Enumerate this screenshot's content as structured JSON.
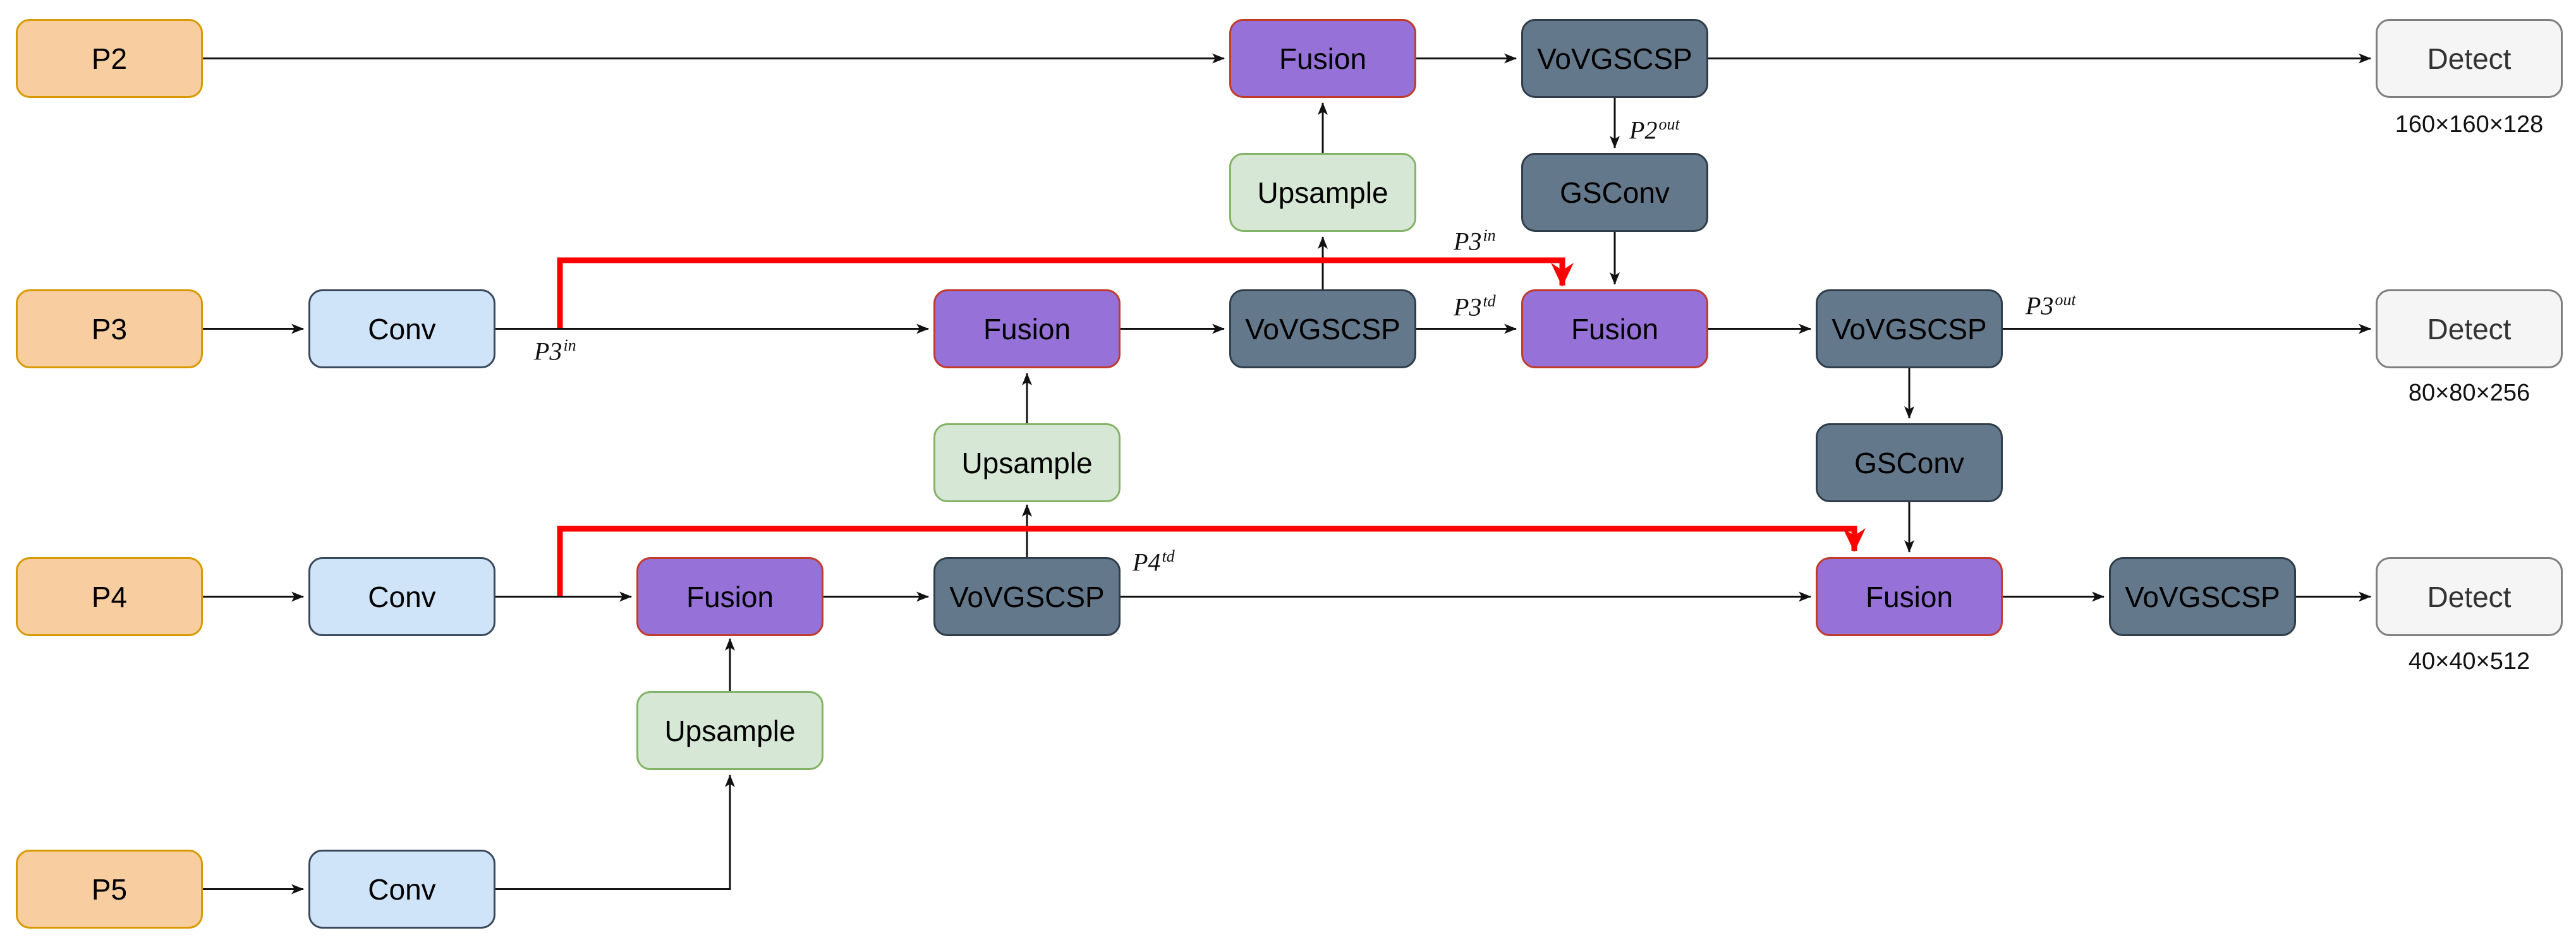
{
  "nodes": {
    "p2": {
      "label": "P2"
    },
    "p3": {
      "label": "P3"
    },
    "p4": {
      "label": "P4"
    },
    "p5": {
      "label": "P5"
    },
    "conv_p3": {
      "label": "Conv"
    },
    "conv_p4": {
      "label": "Conv"
    },
    "conv_p5": {
      "label": "Conv"
    },
    "fusion_p2": {
      "label": "Fusion"
    },
    "fusion_p3_left": {
      "label": "Fusion"
    },
    "fusion_p3_right": {
      "label": "Fusion"
    },
    "fusion_p4_left": {
      "label": "Fusion"
    },
    "fusion_p4_right": {
      "label": "Fusion"
    },
    "upsample_p2": {
      "label": "Upsample"
    },
    "upsample_p3": {
      "label": "Upsample"
    },
    "upsample_p4": {
      "label": "Upsample"
    },
    "vov_p2": {
      "label": "VoVGSCSP"
    },
    "vov_p3_left": {
      "label": "VoVGSCSP"
    },
    "vov_p3_right": {
      "label": "VoVGSCSP"
    },
    "vov_p4": {
      "label": "VoVGSCSP"
    },
    "vov_p4_right": {
      "label": "VoVGSCSP"
    },
    "gsconv_p2": {
      "label": "GSConv"
    },
    "gsconv_p3": {
      "label": "GSConv"
    },
    "detect_p2": {
      "label": "Detect"
    },
    "detect_p3": {
      "label": "Detect"
    },
    "detect_p4": {
      "label": "Detect"
    }
  },
  "edge_labels": {
    "p2out": {
      "base": "P2",
      "sup": "out"
    },
    "p3in_left": {
      "base": "P3",
      "sup": "in"
    },
    "p3in_right": {
      "base": "P3",
      "sup": "in"
    },
    "p3td": {
      "base": "P3",
      "sup": "td"
    },
    "p3out": {
      "base": "P3",
      "sup": "out"
    },
    "p4td": {
      "base": "P4",
      "sup": "td"
    }
  },
  "detect_dims": {
    "p2": "160×160×128",
    "p3": "80×80×256",
    "p4": "40×40×512"
  },
  "colors": {
    "input_fill": "#F8CD9F",
    "input_border": "#D79B00",
    "conv_fill": "#CFE4F9",
    "conv_border": "#3A4A5C",
    "fusion_fill": "#9672D8",
    "fusion_border": "#C13A2A",
    "upsample_fill": "#D6E8D5",
    "upsample_border": "#82B366",
    "module_fill": "#64788C",
    "module_border": "#2F3D4A",
    "detect_fill": "#F5F5F5",
    "detect_border": "#7F7F7F",
    "edge_black": "#111111",
    "edge_red": "#FF0000"
  }
}
